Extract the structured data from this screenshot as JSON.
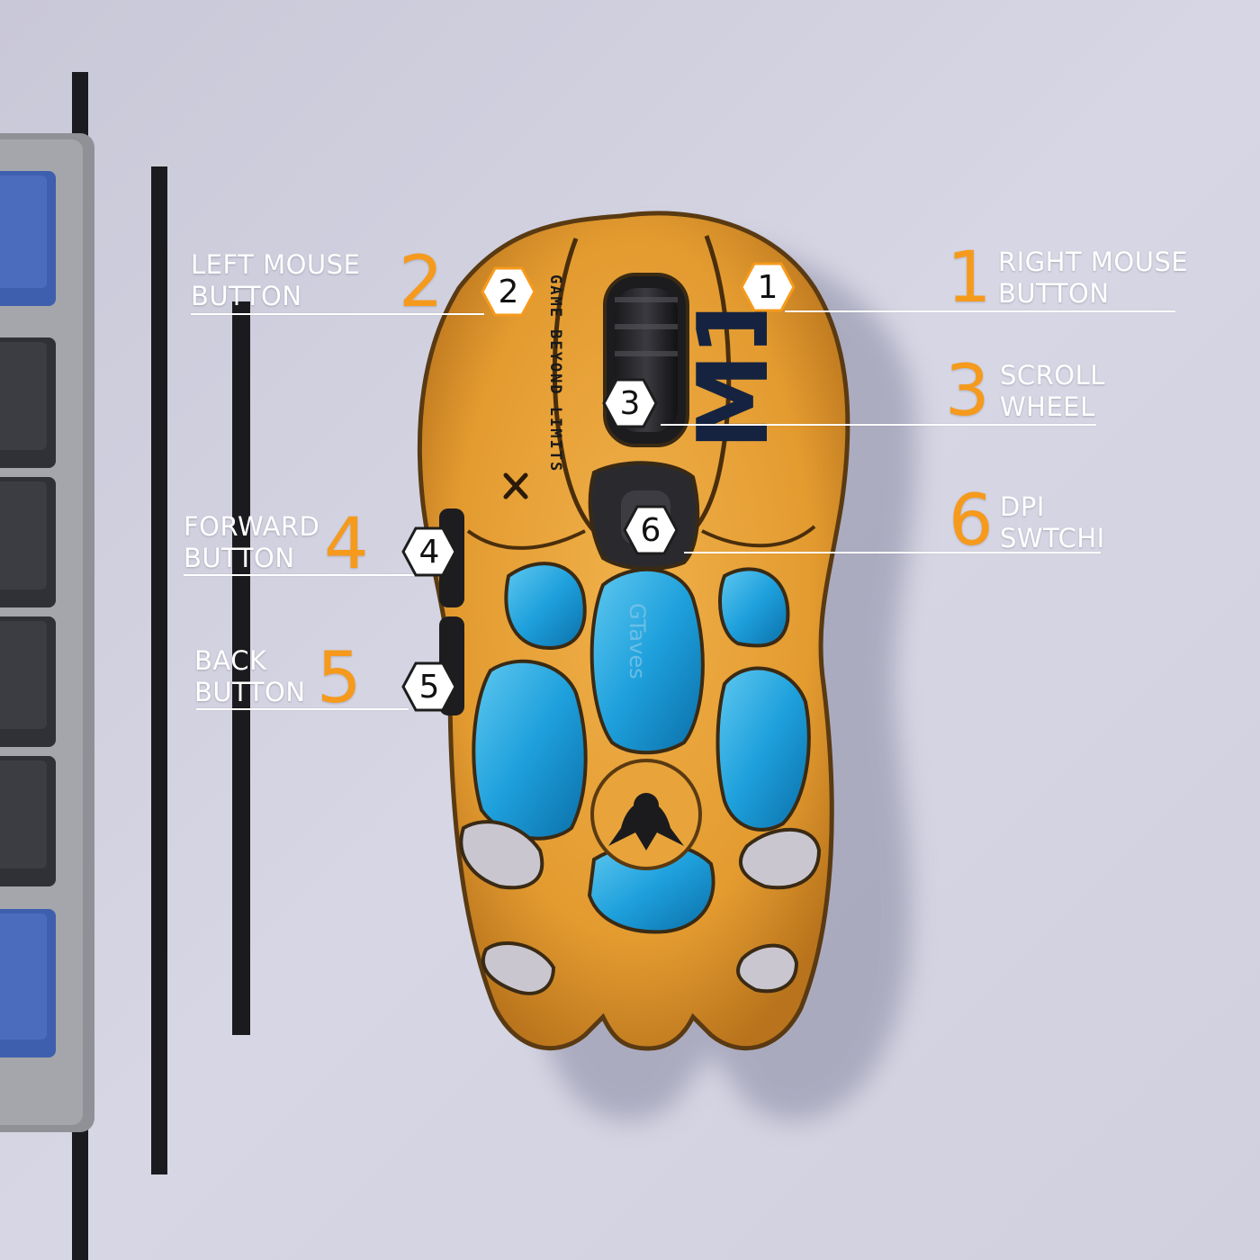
{
  "colors": {
    "accent": "#f59a1c",
    "background": "#d4d4e2",
    "mouse_shell": "#e8a43a",
    "internals": "#2aa5de",
    "label_text": "#ffffff"
  },
  "product": {
    "model_mark": "M1",
    "tagline": "GAME BEYOND LIMITS",
    "brand_etch": "GTaves"
  },
  "callouts": [
    {
      "number": "1",
      "line1": "RIGHT MOUSE",
      "line2": "BUTTON"
    },
    {
      "number": "2",
      "line1": "LEFT MOUSE",
      "line2": "BUTTON"
    },
    {
      "number": "3",
      "line1": "SCROLL",
      "line2": "WHEEL"
    },
    {
      "number": "4",
      "line1": "FORWARD",
      "line2": "BUTTON"
    },
    {
      "number": "5",
      "line1": "BACK",
      "line2": "BUTTON"
    },
    {
      "number": "6",
      "line1": "DPI",
      "line2": "SWTCHI"
    }
  ]
}
